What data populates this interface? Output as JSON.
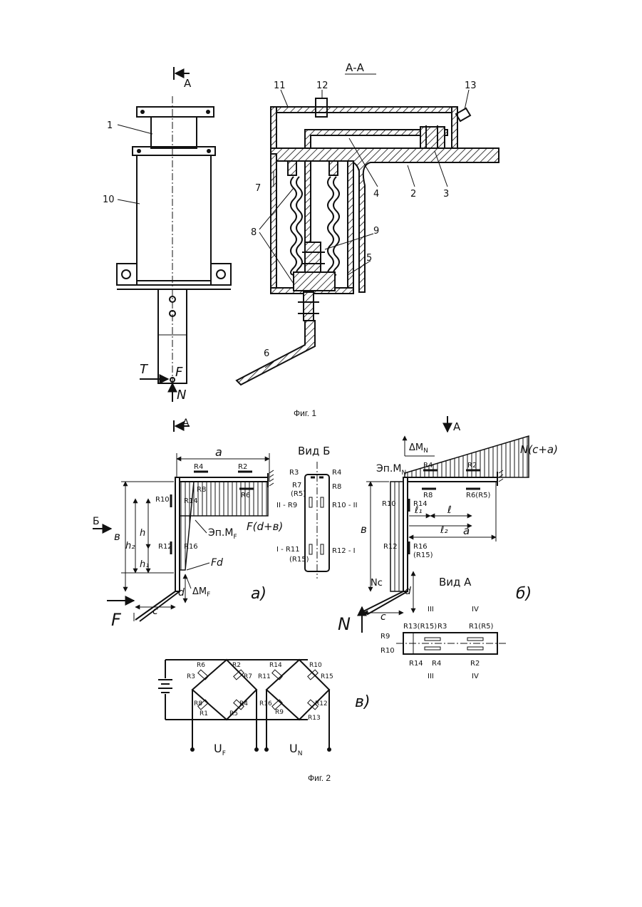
{
  "fig1": {
    "caption": "Фиг. 1",
    "section_mark": "A",
    "section_title": "А-А",
    "parts": [
      "1",
      "2",
      "3",
      "4",
      "5",
      "6",
      "7",
      "8",
      "9",
      "10",
      "11",
      "12",
      "13"
    ],
    "forces": {
      "t": "T",
      "f": "F",
      "n": "N"
    }
  },
  "fig2": {
    "caption": "Фиг. 2",
    "panel_a": {
      "label": "a)",
      "section_mark": "A",
      "view_arrow": "Б",
      "dim_a": "a",
      "dim_b": "в",
      "dim_c": "c",
      "dim_d": "d",
      "dim_h": "h",
      "dim_h1": "h₁",
      "dim_h2": "h₂",
      "moment_label": "Эп.M",
      "moment_sub": "F",
      "end_moment": "F(d+в)",
      "fd": "Fd",
      "delta_m": "ΔM",
      "delta_sub": "F",
      "force": "F",
      "resistors": [
        "R4",
        "R2",
        "R6",
        "R8",
        "R10",
        "R14",
        "R12",
        "R16"
      ]
    },
    "view_b": {
      "title": "Вид Б",
      "left_top": [
        "R3",
        "R7",
        "(R5)",
        "II - R9",
        "I - R11",
        "(R15)"
      ],
      "right_top": [
        "R4",
        "R8",
        "R10 - II",
        "R12 - I"
      ]
    },
    "panel_b": {
      "label": "б)",
      "view_arrow": "A",
      "delta_m": "ΔM",
      "delta_sub": "N",
      "end_moment": "N(c+a)",
      "moment_label": "Эп.M",
      "moment_sub": "N",
      "dim_a": "a",
      "dim_b": "в",
      "dim_c": "c",
      "dim_d": "d",
      "dim_l": "ℓ",
      "dim_l1": "ℓ₁",
      "dim_l2": "ℓ₂",
      "nc": "Nc",
      "force": "N",
      "resistors": [
        "R4",
        "R2",
        "R8",
        "R6(R5)",
        "R10",
        "R14",
        "R12",
        "R16",
        "(R15)"
      ]
    },
    "view_a": {
      "title": "Вид А",
      "top": [
        "R13(R15)",
        "R3",
        "R1(R5)"
      ],
      "marks_top": [
        "III",
        "IV"
      ],
      "left": [
        "R9",
        "R10"
      ],
      "bottom": [
        "R14",
        "R4",
        "R2"
      ],
      "marks_bottom": [
        "III",
        "IV"
      ]
    },
    "panel_c": {
      "label": "в)",
      "bridge_f": [
        "R6",
        "R2",
        "R3",
        "R7",
        "R8",
        "R4",
        "R1",
        "R5"
      ],
      "bridge_n": [
        "R14",
        "R10",
        "R11",
        "R15",
        "R16",
        "R9",
        "R12",
        "R13"
      ],
      "out_f": "U",
      "out_f_sub": "F",
      "out_n": "U",
      "out_n_sub": "N"
    }
  }
}
